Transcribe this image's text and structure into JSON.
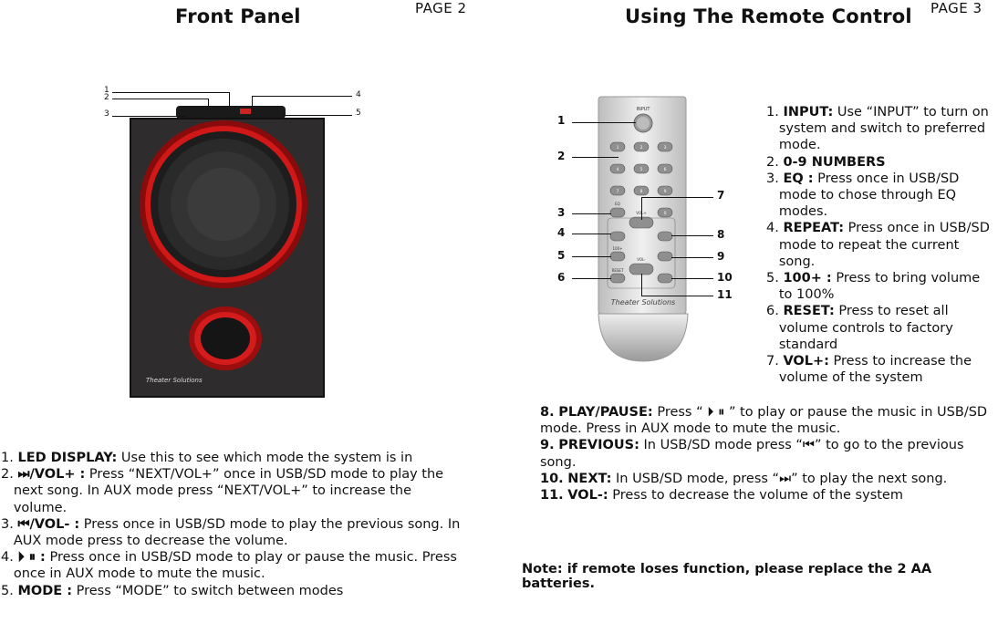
{
  "left_page": {
    "title": "Front Panel",
    "page_label": "PAGE 2",
    "callouts": [
      "1",
      "2",
      "3",
      "4",
      "5"
    ],
    "speaker_brand": "Theater Solutions",
    "items": [
      {
        "num": "1.",
        "label": "LED DISPLAY:",
        "text": " Use this to see which mode the system is in"
      },
      {
        "num": "2.",
        "label": "⏭/VOL+ :",
        "text": " Press “NEXT/VOL+”  once in USB/SD mode to play the next song. In AUX mode press “NEXT/VOL+” to increase the volume."
      },
      {
        "num": "3.",
        "label": "⏮/VOL- :",
        "text": "  Press once in USB/SD mode to play the previous song. In AUX mode press to decrease the volume."
      },
      {
        "num": "4.",
        "label": "⏵ ⏸ :",
        "text": "  Press once in USB/SD mode to play or pause the music. Press once in AUX mode to mute the music."
      },
      {
        "num": "5.",
        "label": "MODE :",
        "text": " Press “MODE” to switch between modes"
      }
    ]
  },
  "right_page": {
    "title": "Using The Remote Control",
    "page_label": "PAGE 3",
    "callouts": [
      "1",
      "2",
      "3",
      "4",
      "5",
      "6",
      "7",
      "8",
      "9",
      "10",
      "11"
    ],
    "remote_labels": {
      "input": "INPUT",
      "eq": "EQ",
      "vol_plus": "VOL+",
      "vol_minus": "VOL-",
      "hundred": "100+",
      "reset": "RESET",
      "brand": "Theater Solutions",
      "digits": [
        "1",
        "2",
        "3",
        "4",
        "5",
        "6",
        "7",
        "8",
        "9",
        "0"
      ]
    },
    "items_right": [
      {
        "num": "1.",
        "label": "INPUT:",
        "text": "  Use “INPUT” to turn on system and switch to preferred mode."
      },
      {
        "num": "2.",
        "label": "0-9 NUMBERS",
        "text": ""
      },
      {
        "num": "3.",
        "label": "EQ :",
        "text": " Press once in USB/SD mode to chose through EQ modes."
      },
      {
        "num": "4.",
        "label": "REPEAT:",
        "text": " Press once in USB/SD mode to repeat the current song."
      },
      {
        "num": "5.",
        "label": "100+ :",
        "text": " Press to bring volume to 100%"
      },
      {
        "num": "6.",
        "label": "RESET:",
        "text": "  Press to reset all volume controls to factory standard"
      },
      {
        "num": "7.",
        "label": "VOL+:",
        "text": " Press to increase the volume of the system"
      }
    ],
    "items_bottom": [
      {
        "num": "8.",
        "label": "PLAY/PAUSE:",
        "text": "  Press  “ ⏵ ⏸ ”  to play or pause the music in USB/SD mode. Press in AUX mode to mute the music."
      },
      {
        "num": "9.",
        "label": "PREVIOUS:",
        "text": " In USB/SD mode press “⏮” to go to the previous song."
      },
      {
        "num": "10.",
        "label": "NEXT:",
        "text": "  In USB/SD mode, press “⏭” to play the next song."
      },
      {
        "num": "11.",
        "label": "VOL-:",
        "text": " Press to decrease the volume of the system"
      }
    ],
    "note": "Note: if remote loses function, please replace the 2 AA batteries."
  }
}
